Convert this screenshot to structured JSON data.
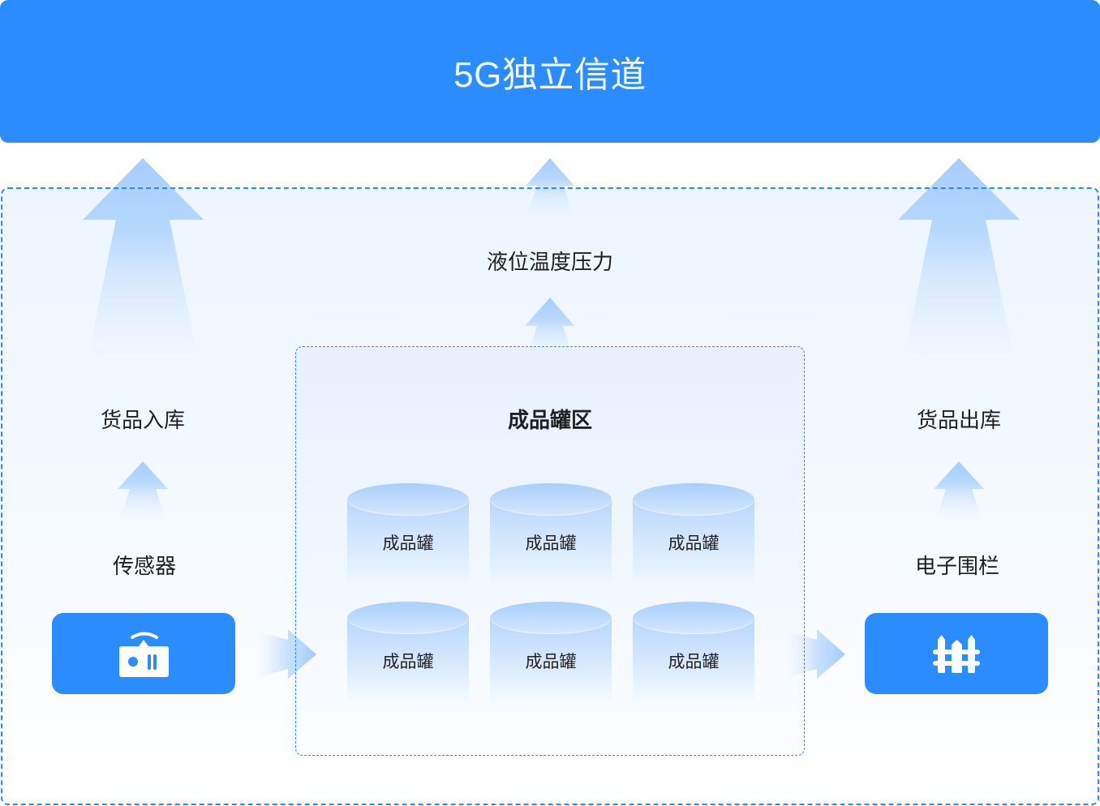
{
  "header": {
    "title": "5G独立信道"
  },
  "flow": {
    "top_label": "液位温度压力",
    "inbound_label": "货品入库",
    "outbound_label": "货品出库",
    "zone_title": "成品罐区",
    "sensor": {
      "label": "传感器",
      "icon": "sensor-icon"
    },
    "fence": {
      "label": "电子围栏",
      "icon": "fence-icon"
    }
  },
  "tanks": [
    {
      "label": "成品罐"
    },
    {
      "label": "成品罐"
    },
    {
      "label": "成品罐"
    },
    {
      "label": "成品罐"
    },
    {
      "label": "成品罐"
    },
    {
      "label": "成品罐"
    }
  ],
  "colors": {
    "accent": "#2a8cff",
    "arrow": "#a9cffd",
    "panel_bg": "#eef5ff",
    "tank": "#b7d7fd"
  }
}
